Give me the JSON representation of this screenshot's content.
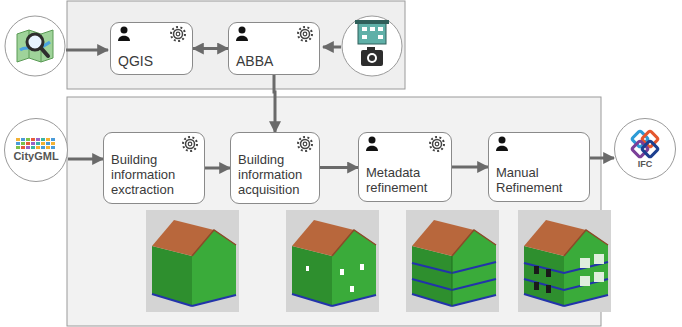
{
  "diagram": {
    "nodes": [
      {
        "text": [
          "QGIS"
        ]
      },
      {
        "text": [
          "ABBA"
        ]
      },
      {
        "text": [
          "CityGML"
        ]
      },
      {
        "text": [
          "Building information exctraction"
        ]
      },
      {
        "text": [
          "Building information acquisition"
        ]
      },
      {
        "text": [
          "Metadata refinement"
        ]
      },
      {
        "text": [
          "Manual Refinement"
        ]
      },
      {
        "text": [
          "IFC"
        ]
      }
    ],
    "edges": [
      {
        "from": 0,
        "to": 1,
        "arrow": "both"
      },
      {
        "from": 1,
        "to": 4,
        "arrow": "to"
      },
      {
        "from": 2,
        "to": 3,
        "arrow": "to"
      },
      {
        "from": 3,
        "to": 4,
        "arrow": "to"
      },
      {
        "from": 4,
        "to": 5,
        "arrow": "to"
      },
      {
        "from": 5,
        "to": 6,
        "arrow": "to"
      },
      {
        "from": 6,
        "to": 7,
        "arrow": "to"
      }
    ]
  }
}
